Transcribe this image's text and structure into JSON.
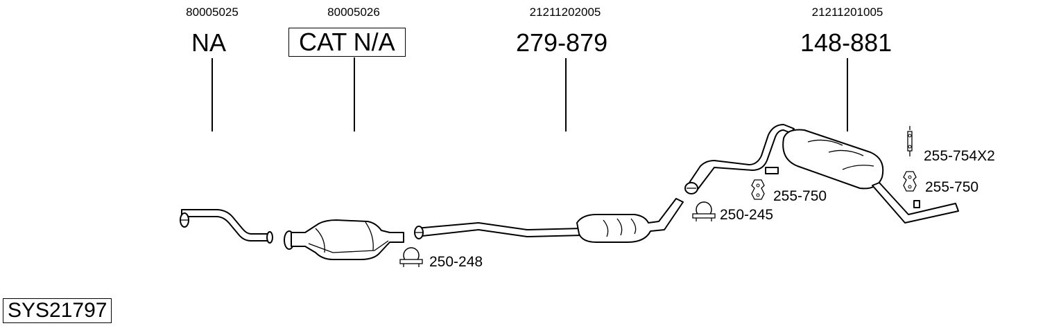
{
  "system_id": "SYS21797",
  "parts": [
    {
      "oe_number": "80005025",
      "part_number": "NA",
      "boxed": false
    },
    {
      "oe_number": "80005026",
      "part_number": "CAT N/A",
      "boxed": true
    },
    {
      "oe_number": "21211202005",
      "part_number": "279-879",
      "boxed": false
    },
    {
      "oe_number": "21211201005",
      "part_number": "148-881",
      "boxed": false
    }
  ],
  "accessories": [
    {
      "part_number": "250-248",
      "icon": "clamp-icon"
    },
    {
      "part_number": "250-245",
      "icon": "clamp-icon"
    },
    {
      "part_number": "255-750",
      "icon": "rubber-mount-icon"
    },
    {
      "part_number": "255-754X2",
      "icon": "hanger-icon"
    },
    {
      "part_number": "255-750",
      "icon": "rubber-mount-icon"
    }
  ]
}
